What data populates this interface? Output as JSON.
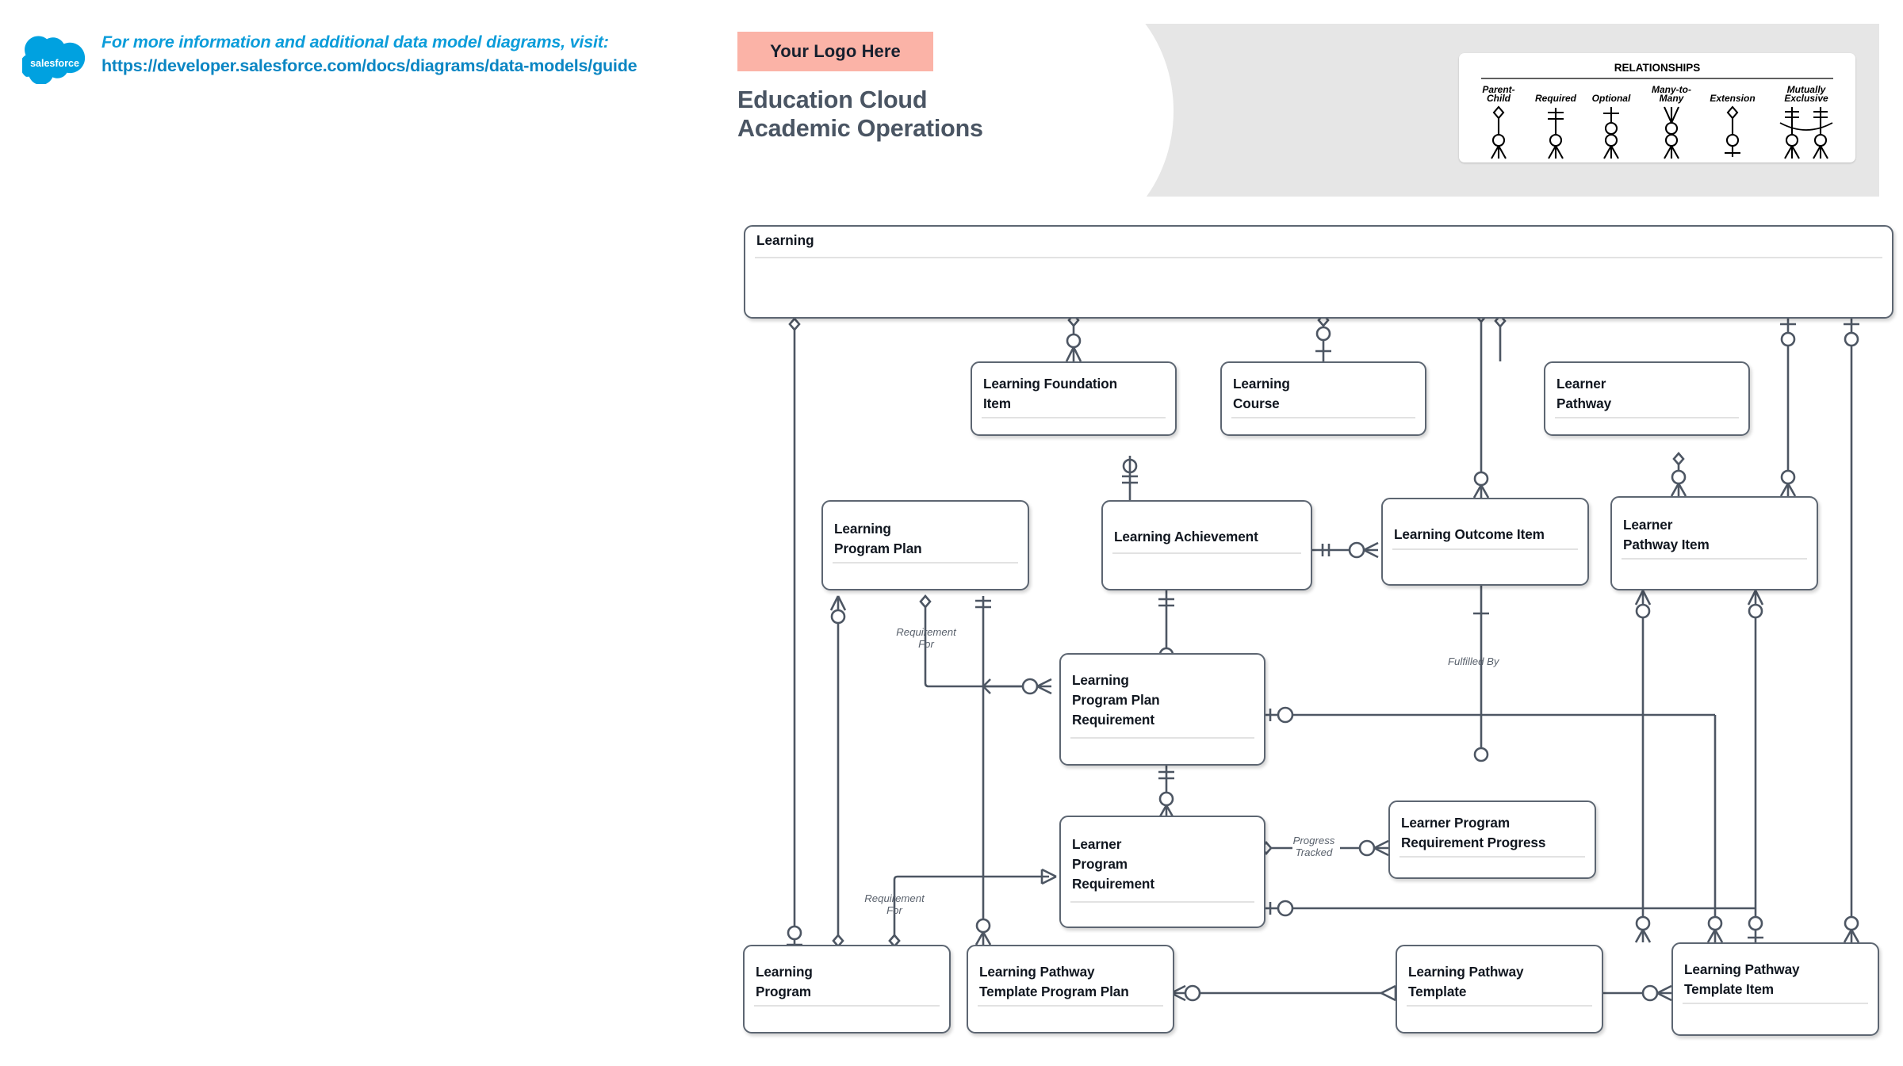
{
  "credit": {
    "line1": "For more information and additional data model diagrams, visit:",
    "line2": "https://developer.salesforce.com/docs/diagrams/data-models/guide",
    "logo_text": "salesforce"
  },
  "header": {
    "logo_placeholder": "Your Logo Here",
    "title_line1": "Education Cloud",
    "title_line2": "Academic Operations",
    "band_color": "#e6e6e6",
    "logo_box_color": "#fbb3a7",
    "title_color": "#4a5563"
  },
  "legend": {
    "heading": "RELATIONSHIPS",
    "items": [
      {
        "label": "Parent-\nChild"
      },
      {
        "label": "Required"
      },
      {
        "label": "Optional"
      },
      {
        "label": "Many-to-\nMany"
      },
      {
        "label": "Extension"
      },
      {
        "label": "Mutually\nExclusive"
      }
    ]
  },
  "diagram": {
    "group_label": "Learning",
    "entities": [
      {
        "id": "learning-foundation-item",
        "title": "Learning Foundation\nItem"
      },
      {
        "id": "learning-course",
        "title": "Learning\nCourse"
      },
      {
        "id": "learner-pathway",
        "title": "Learner\nPathway"
      },
      {
        "id": "learning-program-plan",
        "title": "Learning\nProgram Plan"
      },
      {
        "id": "learning-achievement",
        "title": "Learning Achievement"
      },
      {
        "id": "learning-outcome-item",
        "title": "Learning Outcome Item"
      },
      {
        "id": "learner-pathway-item",
        "title": "Learner\nPathway Item"
      },
      {
        "id": "learning-program-plan-requirement",
        "title": "Learning\nProgram Plan\nRequirement"
      },
      {
        "id": "learner-program-requirement",
        "title": "Learner\n Program\nRequirement"
      },
      {
        "id": "learner-program-requirement-progress",
        "title": "Learner Program\nRequirement Progress"
      },
      {
        "id": "learning-program",
        "title": "Learning\nProgram"
      },
      {
        "id": "learning-pathway-template-program-plan",
        "title": "Learning Pathway\nTemplate Program Plan"
      },
      {
        "id": "learning-pathway-template",
        "title": "Learning Pathway\nTemplate"
      },
      {
        "id": "learning-pathway-template-item",
        "title": "Learning Pathway\nTemplate Item"
      }
    ],
    "relationship_labels": [
      {
        "id": "requirement-for-upper",
        "text": "Requirement\nFor"
      },
      {
        "id": "fulfilled-by",
        "text": "Fulfilled By"
      },
      {
        "id": "progress-tracked",
        "text": "Progress\nTracked"
      },
      {
        "id": "requirement-for-lower",
        "text": "Requirement\nFor"
      }
    ],
    "colors": {
      "entity_border": "#5d6672",
      "connector": "#4d5663",
      "entity_rule": "#e2e2e2",
      "text": "#10161f",
      "label_text": "#59616c"
    }
  }
}
